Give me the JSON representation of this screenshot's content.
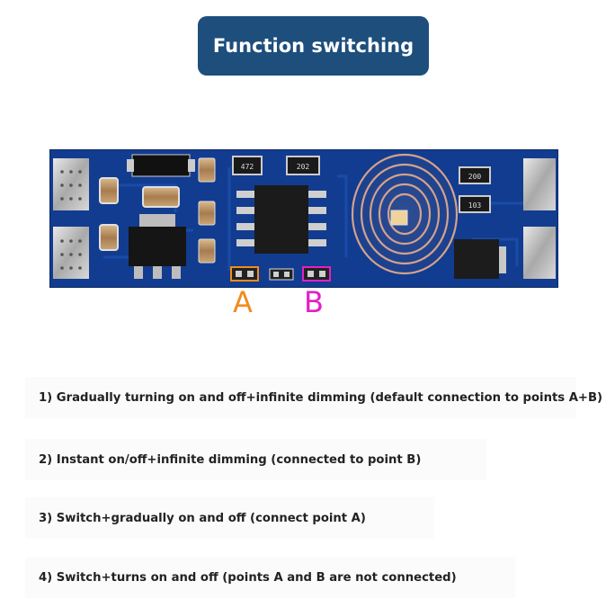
{
  "header": {
    "title": "Function switching"
  },
  "board": {
    "labels": {
      "a": "A",
      "b": "B"
    },
    "resistor_codes": [
      "472",
      "202",
      "200",
      "103"
    ],
    "colors": {
      "pcb": "#123c8f",
      "badge": "#1d4e7c",
      "label_a": "#f08c1e",
      "label_b": "#e31fc7"
    }
  },
  "options": [
    {
      "text": "1) Gradually turning on and off+infinite dimming (default connection to points A+B)"
    },
    {
      "text": "2) Instant on/off+infinite dimming (connected to point B)"
    },
    {
      "text": "3) Switch+gradually on and off (connect point A)"
    },
    {
      "text": "4) Switch+turns on and off (points A and B are not connected)"
    }
  ]
}
